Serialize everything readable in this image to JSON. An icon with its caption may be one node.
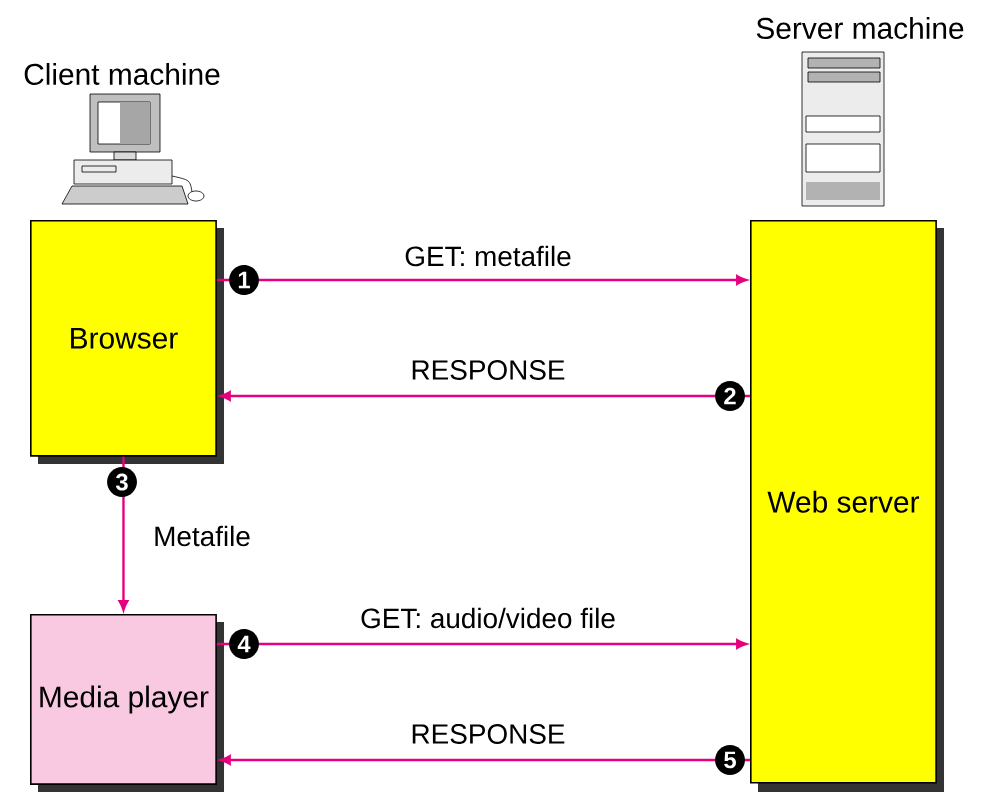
{
  "diagram": {
    "nodes": [
      {
        "text": [
          "Browser"
        ]
      },
      {
        "text": [
          "Web server"
        ]
      },
      {
        "text": [
          "Media player"
        ]
      }
    ],
    "edges": [
      {
        "from": 0,
        "to": 1,
        "arrow": "to",
        "label": "GET: metafile"
      },
      {
        "from": 1,
        "to": 0,
        "arrow": "to",
        "label": "RESPONSE"
      },
      {
        "from": 0,
        "to": 2,
        "arrow": "to",
        "label": "Metafile"
      },
      {
        "from": 2,
        "to": 1,
        "arrow": "to",
        "label": "GET: audio/video file"
      },
      {
        "from": 1,
        "to": 2,
        "arrow": "to",
        "label": "RESPONSE"
      }
    ],
    "labels": [
      "Server machine",
      "Client machine",
      "1",
      "2",
      "3",
      "4",
      "5"
    ]
  }
}
